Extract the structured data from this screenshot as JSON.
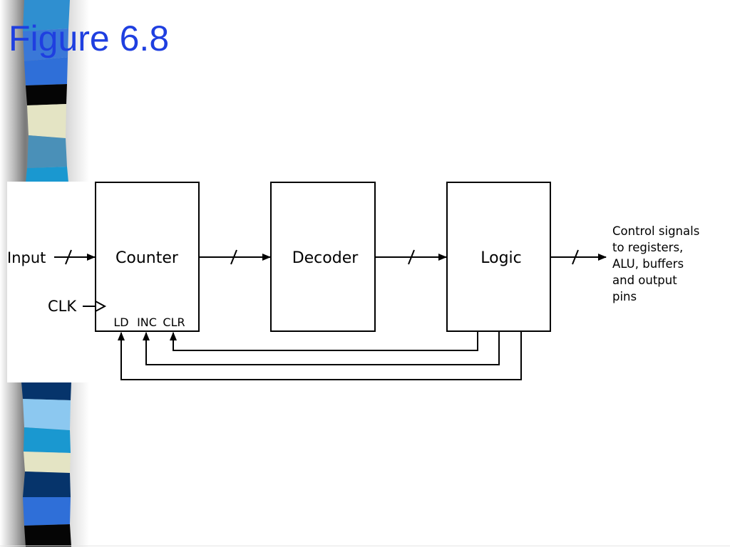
{
  "slide": {
    "title": "Figure 6.8"
  },
  "diagram": {
    "blocks": {
      "counter": "Counter",
      "decoder": "Decoder",
      "logic": "Logic"
    },
    "counter_ports": {
      "ld": "LD",
      "inc": "INC",
      "clr": "CLR"
    },
    "input_label": "Input",
    "clk_label": "CLK",
    "output_label_lines": [
      "Control signals",
      "to registers,",
      "ALU, buffers",
      "and output",
      "pins"
    ]
  },
  "colors": {
    "title": "#1f3fe0",
    "stripe_blue": "#2f6fd8",
    "stripe_navy": "#06346b",
    "stripe_cream": "#e4e4c4",
    "stripe_light": "#8cc8f0",
    "stripe_teal": "#1a98d0",
    "stripe_black": "#050505"
  }
}
